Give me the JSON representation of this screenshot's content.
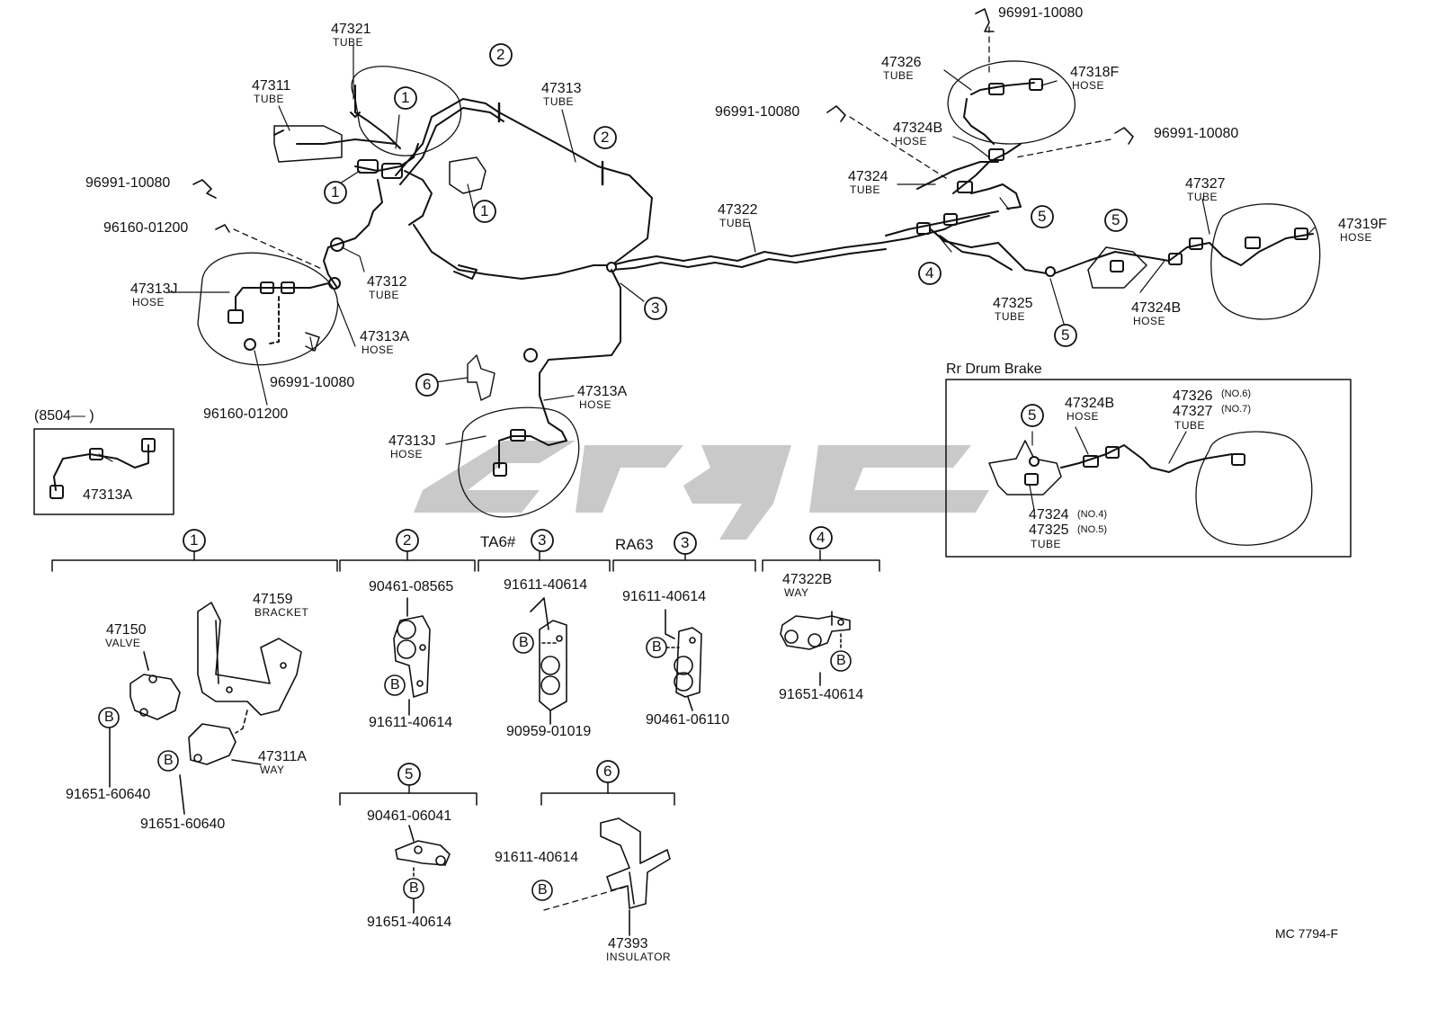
{
  "diagram": {
    "drawing_code": "MC  7794-F",
    "rear_drum_brake_title": "Rr Drum Brake",
    "inset_label": "(8504—      )",
    "group_labels": {
      "ta6": "TA6#",
      "ra63": "RA63"
    },
    "callout_numbers": [
      "1",
      "2",
      "3",
      "4",
      "5",
      "6"
    ],
    "bolt_symbol": "B",
    "parts": {
      "p47321": "47321",
      "p47311": "47311",
      "p47313": "47313",
      "p47326": "47326",
      "p47318F": "47318F",
      "p47324B": "47324B",
      "p47324": "47324",
      "p47322": "47322",
      "p47327": "47327",
      "p47319F": "47319F",
      "p47312": "47312",
      "p47313J": "47313J",
      "p47313A": "47313A",
      "p47325": "47325",
      "p47326no6": "47326",
      "p47327no7": "47327",
      "p47324no4": "47324",
      "p47325no5": "47325",
      "p47159": "47159",
      "p47150": "47150",
      "p47311A": "47311A",
      "p47322B": "47322B",
      "p47393": "47393",
      "c96991": "96991-10080",
      "c96160": "96160-01200",
      "c90461_08565": "90461-08565",
      "c91611_40614": "91611-40614",
      "c90959": "90959-01019",
      "c90461_06110": "90461-06110",
      "c91651_40614": "91651-40614",
      "c91651_60640": "91651-60640",
      "c90461_06041": "90461-06041"
    },
    "descriptors": {
      "tube": "TUBE",
      "hose": "HOSE",
      "bracket": "BRACKET",
      "valve": "VALVE",
      "way": "WAY",
      "insulator": "INSULATOR",
      "no4": "(NO.4)",
      "no5": "(NO.5)",
      "no6": "(NO.6)",
      "no7": "(NO.7)"
    }
  },
  "colors": {
    "ink": "#111111",
    "watermark": "#c9c9c9",
    "paper": "#ffffff"
  }
}
